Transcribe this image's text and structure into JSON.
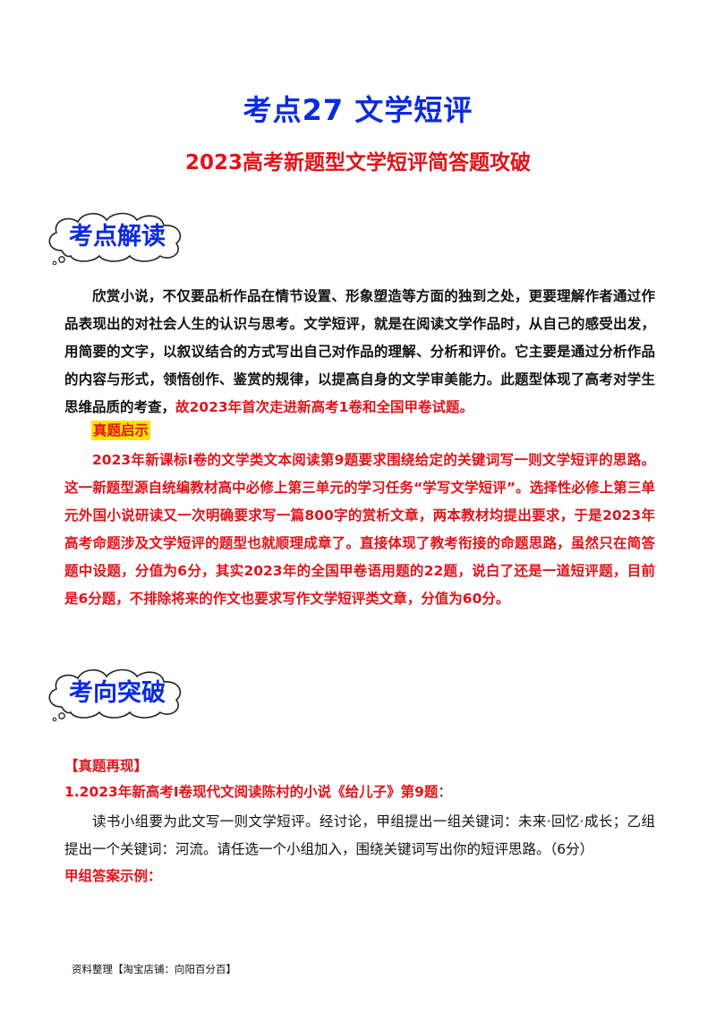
{
  "header": {
    "title": "考点27  文学短评",
    "subtitle": "2023高考新题型文学短评简答题攻破"
  },
  "section1": {
    "badge": "考点解读",
    "paragraph_main": "欣赏小说，不仅要品析作品在情节设置、形象塑造等方面的独到之处，更要理解作者通过作品表现出的对社会人生的认识与思考。文学短评，就是在阅读文学作品时，从自己的感受出发，用简要的文字，以叙议结合的方式写出自己对作品的理解、分析和评价。它主要是通过分析作品的内容与形式，领悟创作、鉴赏的规律，以提高自身的文学审美能力。此题型体现了高考对学生思维品质的考查，",
    "paragraph_red": "故2023年首次走进新高考1卷和全国甲卷试题。",
    "highlight": "真题启示",
    "paragraph2": "2023年新课标Ⅰ卷的文学类文本阅读第9题要求围绕给定的关键词写一则文学短评的思路。这一新题型源自统编教材高中必修上第三单元的学习任务“学写文学短评”。选择性必修上第三单元外国小说研读又一次明确要求写一篇800字的赏析文章，两本教材均提出要求，于是2023年高考命题涉及文学短评的题型也就顺理成章了。直接体现了教考衔接的命题思路，虽然只在简答题中设题，分值为6分，其实2023年的全国甲卷语用题的22题，说白了还是一道短评题，目前是6分题，不排除将来的作文也要求写作文学短评类文章，分值为60分。"
  },
  "section2": {
    "badge": "考向突破",
    "label": "【真题再现】",
    "question_title": "1.2023年新高考Ⅰ卷现代文阅读陈村的小说《给儿子》第9题",
    "question_colon": "：",
    "question_body": "读书小组要为此文写一则文学短评。经讨论，甲组提出一组关键词：未来·回忆·成长；乙组提出一个关键词：河流。请任选一个小组加入，围绕关键词写出你的短评思路。（6分）",
    "answer_label": "甲组答案示例："
  },
  "footer": {
    "text": "资料整理【淘宝店铺：向阳百分百】"
  }
}
